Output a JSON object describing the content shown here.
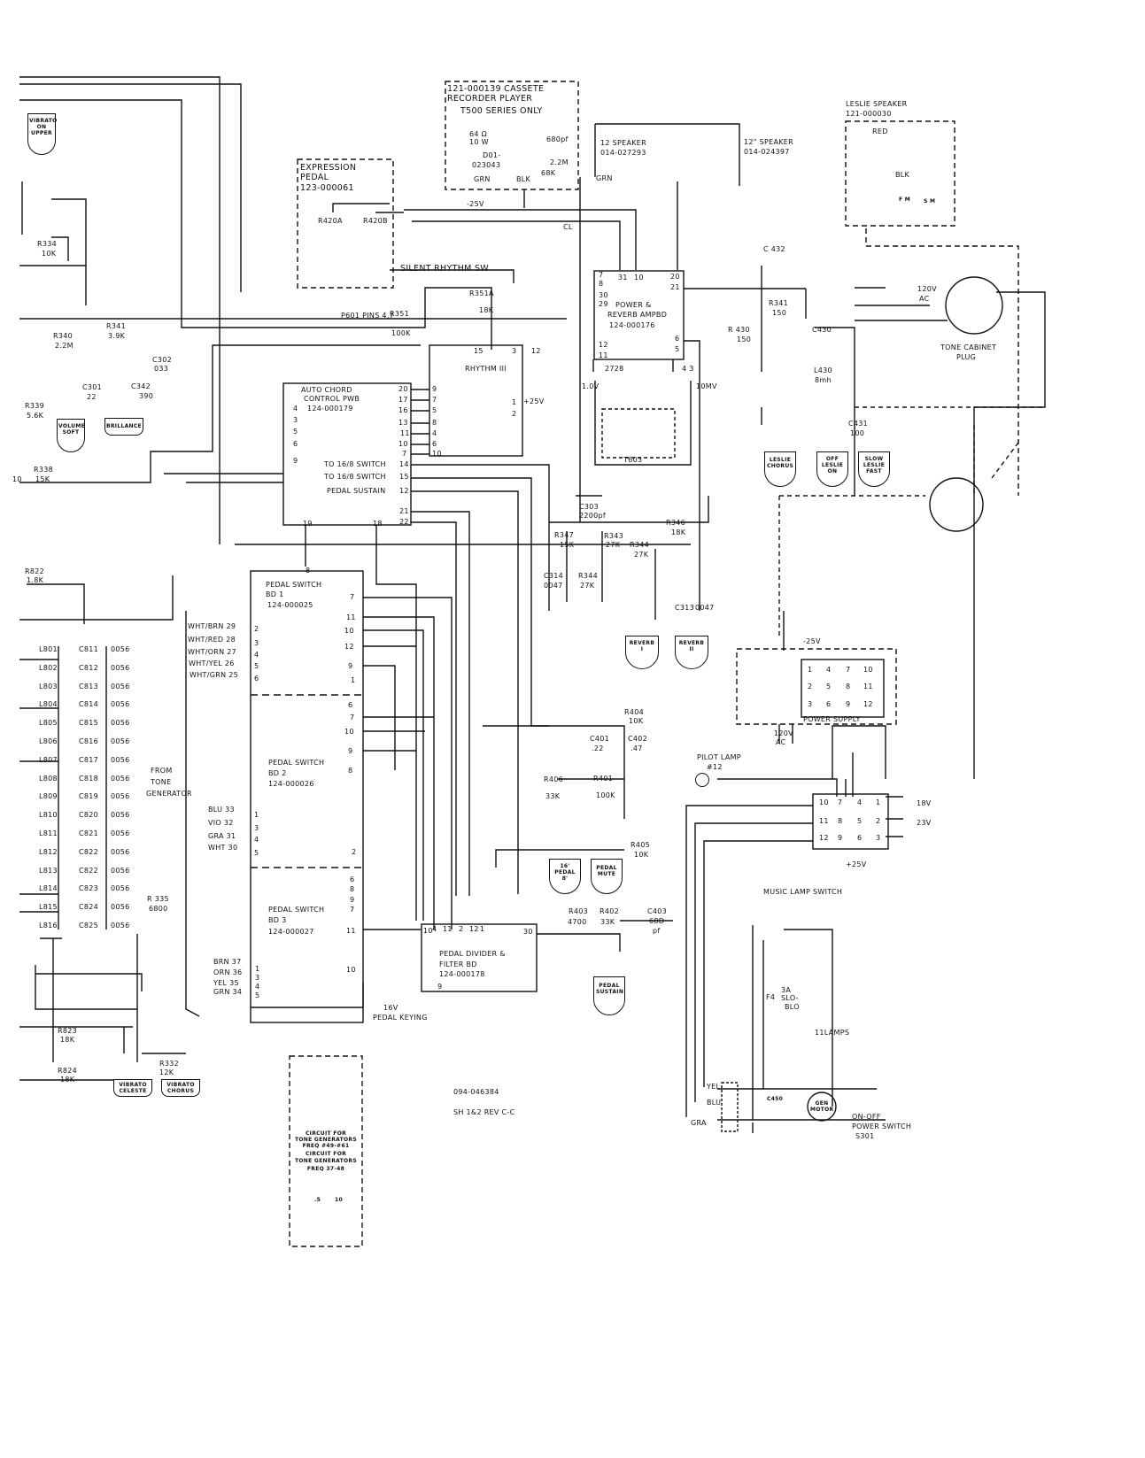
{
  "cassette": [
    "121-000139 CASSETE",
    "RECORDER PLAYER",
    "T500 SERIES ONLY",
    "64 Ω",
    "10 W",
    "D01-",
    "023043",
    "GRN",
    "BLK",
    "680pf",
    "2.2M",
    "68K",
    "GRN",
    "-25V",
    "CL"
  ],
  "expression_pedal": [
    "EXPRESSION",
    "PEDAL",
    "123-000061",
    "R420A",
    "R420B",
    "SILENT RHYTHM SW",
    "P601 PINS 4,7"
  ],
  "speakers": [
    "12 SPEAKER",
    "014-027293",
    "12\" SPEAKER",
    "014-024397"
  ],
  "leslie": [
    "LESLIE SPEAKER",
    "121-000030",
    "RED",
    "BLK",
    "F M",
    "S M"
  ],
  "power_reverb": {
    "title": [
      "POWER &",
      "REVERB AMPBD",
      "124-000176"
    ],
    "pins": [
      "7",
      "8",
      "30",
      "29",
      "31",
      "10",
      "20",
      "21",
      "6",
      "5",
      "12",
      "11",
      "2728",
      "4 3",
      "1.0V",
      "10MV",
      "T603"
    ]
  },
  "leslie_circuit": [
    "C 432",
    "R341",
    "150",
    "R 430",
    "150",
    "C430",
    "L430",
    "8mh",
    "C431",
    "100",
    "120V",
    "AC",
    "TONE CABINET",
    "PLUG"
  ],
  "leslie_tabs": [
    "LESLIE CHORUS",
    "OFF LESLIE ON",
    "SLOW LESLIE FAST"
  ],
  "left_controls": [
    "R334",
    "10K",
    "R340",
    "2.2M",
    "R341",
    "3.9K",
    "C302",
    "033",
    "C301",
    "22",
    "C342",
    "390",
    "R339",
    "5.6K",
    "R338",
    "15K",
    "10"
  ],
  "left_tabs": [
    "VIBRATO ON UPPER",
    "VOLUME SOFT",
    "BRILLANCE"
  ],
  "auto_chord": {
    "title": [
      "AUTO CHORD",
      "CONTROL PWB",
      "124-000179"
    ],
    "right_pins": [
      "20",
      "17",
      "16",
      "13",
      "11",
      "10",
      "7"
    ],
    "left_pins": [
      "4",
      "3",
      "5",
      "6",
      "9"
    ],
    "functions": [
      "TO 16/8 SWITCH",
      "TO 16/8 SWITCH",
      "PEDAL SUSTAIN"
    ],
    "function_pins": [
      "14",
      "15",
      "12",
      "21",
      "22"
    ],
    "bottom_pins": [
      "19",
      "18"
    ]
  },
  "rhythm": {
    "title": "RHYTHM III",
    "top_pins": [
      "15",
      "3",
      "12"
    ],
    "left_pins": [
      "9",
      "7",
      "5",
      "8",
      "4",
      "6",
      "10"
    ],
    "right_pins": [
      "1",
      "2"
    ],
    "supply": "+25V"
  },
  "rhythm_resistors": [
    "R351A",
    "18K",
    "R351",
    "100K"
  ],
  "reverb_network": [
    "C303",
    "2200pf",
    "R347",
    "15K",
    "R343",
    "27K",
    "R344",
    "27K",
    "R346",
    "18K",
    "C314",
    "0047",
    "R344",
    "27K",
    "C313",
    "0047"
  ],
  "reverb_tabs": [
    "REVERB I",
    "REVERB II"
  ],
  "power_supply": {
    "supply": "-25V",
    "pins": [
      "1",
      "4",
      "7",
      "10",
      "2",
      "5",
      "8",
      "11",
      "3",
      "6",
      "9",
      "12"
    ],
    "title": "POWER SUPPLY",
    "ac": [
      "120V",
      "AC"
    ]
  },
  "pilot_lamp": [
    "PILOT LAMP",
    "#12"
  ],
  "connector": {
    "pins": [
      "10",
      "7",
      "4",
      "1",
      "11",
      "8",
      "5",
      "2",
      "12",
      "9",
      "6",
      "3"
    ],
    "voltages": [
      "18V",
      "23V",
      "+25V"
    ]
  },
  "music_lamp": [
    "MUSIC LAMP SWITCH",
    "F4",
    "3A",
    "SLO-",
    "BLO",
    "11LAMPS",
    "YEL",
    "BLU",
    "GRA",
    "C450",
    "GEN MOTOR",
    "ON-OFF",
    "POWER SWITCH",
    "S301"
  ],
  "pedal_switch": {
    "bd1": [
      "PEDAL SWITCH",
      "BD 1",
      "124-000025"
    ],
    "bd2": [
      "PEDAL SWITCH",
      "BD 2",
      "124-000026"
    ],
    "bd3": [
      "PEDAL SWITCH",
      "BD 3",
      "124-000027"
    ],
    "bd1_wires": [
      "WHT/BRN 29",
      "WHT/RED 28",
      "WHT/ORN 27",
      "WHT/YEL 26",
      "WHT/GRN 25"
    ],
    "bd1_left_pins": [
      "2",
      "3",
      "4",
      "5",
      "6"
    ],
    "bd2_wires": [
      "BLU 33",
      "VIO 32",
      "GRA 31",
      "WHT 30"
    ],
    "bd2_left_pins": [
      "1",
      "3",
      "4",
      "5"
    ],
    "bd3_wires": [
      "BRN 37",
      "ORN 36",
      "YEL 35",
      "GRN 34"
    ],
    "bd3_left_pins": [
      "1",
      "3",
      "4",
      "5"
    ],
    "top_pin": "8",
    "right_pins": [
      "7",
      "11",
      "10",
      "12",
      "9",
      "1",
      "6",
      "7",
      "10",
      "9",
      "8",
      "2",
      "6",
      "8",
      "9",
      "7",
      "11",
      "10"
    ]
  },
  "filter_bank": {
    "coils": [
      "L801",
      "L802",
      "L803",
      "L804",
      "L805",
      "L806",
      "L807",
      "L808",
      "L809",
      "L810",
      "L811",
      "L812",
      "L813",
      "L814",
      "L815",
      "L816"
    ],
    "caps": [
      "C811",
      "C812",
      "C813",
      "C814",
      "C815",
      "C816",
      "C817",
      "C818",
      "C819",
      "C820",
      "C821",
      "C822",
      "C822",
      "C823",
      "C824",
      "C825"
    ],
    "cap_value": "0056",
    "other": [
      "R822",
      "1.8K",
      "FROM",
      "TONE",
      "GENERATOR",
      "R 335",
      "6800",
      "R823",
      "18K",
      "R824",
      "18K",
      "R332",
      "12K"
    ]
  },
  "vibrato_tabs": [
    "VIBRATO CELESTE",
    "VIBRATO CHORUS"
  ],
  "pedal_divider": {
    "title": [
      "PEDAL DIVIDER &",
      "FILTER BD",
      "124-000178"
    ],
    "pins": [
      "10",
      "4",
      "11",
      "2",
      "12",
      "1",
      "30",
      "9"
    ],
    "keying": [
      "16V",
      "PEDAL KEYING"
    ]
  },
  "pedal_network": [
    "R404",
    "10K",
    "C401",
    ".22",
    "C402",
    ".47",
    "R406",
    "33K",
    "R401",
    "100K",
    "R405",
    "10K",
    "R403",
    "4700",
    "R402",
    "33K",
    "C403",
    "68D",
    "pf"
  ],
  "pedal_tabs": [
    "16' PEDAL 8'",
    "PEDAL MUTE",
    "PEDAL SUSTAIN"
  ],
  "tone_gen_box": [
    "CIRCUIT FOR",
    "TONE GENERATORS",
    "FREQ #49-#61",
    "CIRCUIT FOR",
    "TONE GENERATORS",
    "FREQ 37-48",
    ".5",
    "10"
  ],
  "drawing_info": [
    "094-046384",
    "SH 1&2 REV C-C"
  ]
}
